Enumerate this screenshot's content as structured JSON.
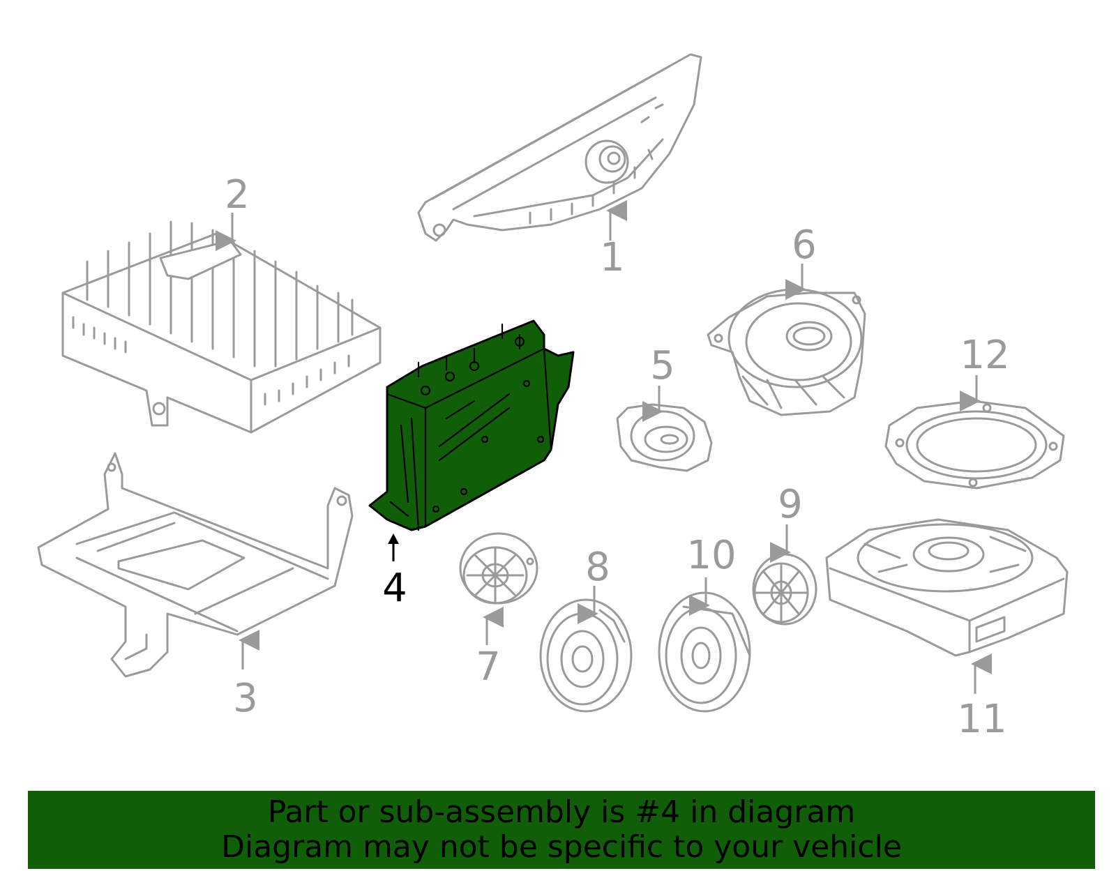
{
  "diagram": {
    "callouts": [
      {
        "id": "1",
        "label": "1"
      },
      {
        "id": "2",
        "label": "2"
      },
      {
        "id": "3",
        "label": "3"
      },
      {
        "id": "4",
        "label": "4"
      },
      {
        "id": "5",
        "label": "5"
      },
      {
        "id": "6",
        "label": "6"
      },
      {
        "id": "7",
        "label": "7"
      },
      {
        "id": "8",
        "label": "8"
      },
      {
        "id": "9",
        "label": "9"
      },
      {
        "id": "10",
        "label": "10"
      },
      {
        "id": "11",
        "label": "11"
      },
      {
        "id": "12",
        "label": "12"
      }
    ],
    "selected_callout": "4",
    "highlight_color": "#115e09",
    "line_color": "#9a9a9a"
  },
  "footer": {
    "line1": "Part or sub-assembly is #4 in diagram",
    "line2": "Diagram may not be specific to your vehicle"
  }
}
